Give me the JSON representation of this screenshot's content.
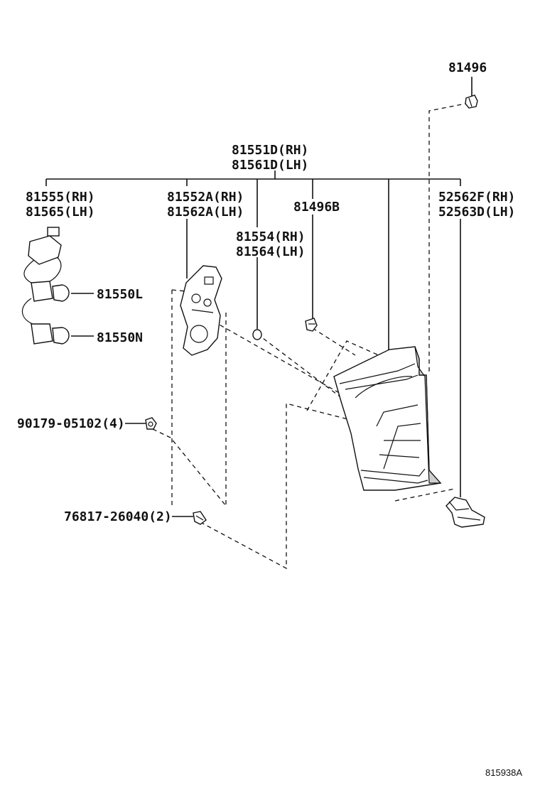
{
  "labels": {
    "p81496": "81496",
    "p81551_rh": "81551D(RH)",
    "p81561_lh": "81561D(LH)",
    "p81555_rh": "81555(RH)",
    "p81565_lh": "81565(LH)",
    "p81552_rh": "81552A(RH)",
    "p81562_lh": "81562A(LH)",
    "p81496b": "81496B",
    "p52562_rh": "52562F(RH)",
    "p52563_lh": "52563D(LH)",
    "p81554_rh": "81554(RH)",
    "p81564_lh": "81564(LH)",
    "p81550l": "81550L",
    "p81550n": "81550N",
    "p90179": "90179-05102(4)",
    "p76817": "76817-26040(2)"
  },
  "reference_code": "815938A"
}
